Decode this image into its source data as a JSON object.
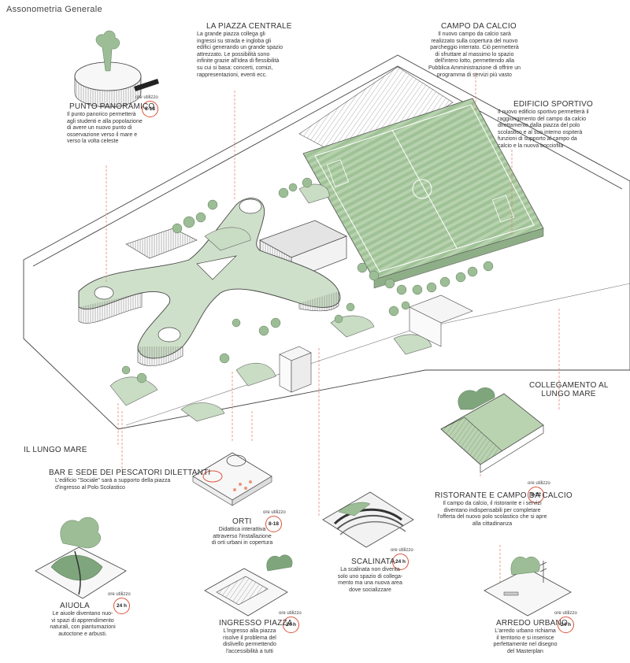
{
  "page_title": "Assonometria Generale",
  "ore_label": "ore utilizzo",
  "callouts": {
    "piazza": {
      "heading": "LA PIAZZA CENTRALE",
      "lines": [
        "La grande piazza collega gli",
        "ingressi su strada e ingloba gli",
        "edifici generando un grande spazio",
        "attrezzato. Le possibilità sono",
        "infinite grazie all'idea di flessibilità",
        "su cui si basa: concerti, comizi,",
        "rappresentazioni, eventi ecc."
      ]
    },
    "calcio": {
      "heading": "CAMPO DA CALCIO",
      "lines": [
        "Il nuovo campo da calcio sarà",
        "realizzato sulla copertura del nuovo",
        "parcheggio interrato. Ciò permetterà",
        "di sfruttare al massimo lo spazio",
        "dell'intero lotto, permettendo alla",
        "Pubblica Amministrazione di offrire un",
        "programma di servizi più vasto"
      ]
    },
    "panoramico": {
      "heading": "PUNTO PANORAMICO",
      "lines": [
        "Il punto panorico permetterà",
        "agli studenti e alla popolazione",
        "di avere un nuovo punto di",
        "osservazione verso il mare e",
        "verso la volta celeste"
      ],
      "hours": "8-18"
    },
    "sportivo": {
      "heading": "EDIFICIO SPORTIVO",
      "lines": [
        "Il nuovo edificio sportivo permetterà il",
        "raggiungimento del campo da calcio",
        "direttamente dalla piazza del polo",
        "scolastico e al suo interno ospiterà",
        "funzioni di supporto al campo da",
        "calcio e la nuova bocciofila"
      ]
    },
    "collegamento": {
      "heading_lines": [
        "COLLEGAMENTO AL",
        "LUNGO MARE"
      ]
    },
    "lungomare": {
      "heading": "IL LUNGO MARE"
    },
    "bar": {
      "heading": "BAR E SEDE DEI PESCATORI DILETTANTI",
      "lines": [
        "L'edificio \"Sociale\" sarà a supporto della piazza",
        "d'ingresso al Polo Scolastico"
      ]
    },
    "orti": {
      "heading": "ORTI",
      "lines": [
        "Didattica interattiva",
        "attraverso l'installazione",
        "di orti urbani in copertura"
      ],
      "hours": "8-18"
    },
    "ristorante": {
      "heading": "RISTORANTE E CAMPO DA CALCIO",
      "lines": [
        "Il campo da calcio, il ristorante e i servizi",
        "diventano indispensabili per completare",
        "l'offerta del nuovo polo scolastico che si apre",
        "alla cittadinanza"
      ],
      "hours": "9-22"
    },
    "scalinata": {
      "heading": "SCALINATA",
      "lines": [
        "La scalinata non diventa",
        "solo uno spazio di collega-",
        "mento ma una nuova area",
        "dove socializzare"
      ],
      "hours": "24 h"
    },
    "aiuola": {
      "heading": "AIUOLA",
      "lines": [
        "Le aiuole diventano nuo-",
        "vi spazi di apprendimento",
        "naturali, con piantumazioni",
        "autoctone e arbusti."
      ],
      "hours": "24 h"
    },
    "ingresso": {
      "heading": "INGRESSO PIAZZA",
      "lines": [
        "L'ingresso alla piazza",
        "risolve il problema del",
        "dislivello permettendo",
        "l'accessibilità a tutti"
      ],
      "hours": "24 h"
    },
    "arredo": {
      "heading": "ARREDO URBANO",
      "lines": [
        "L'arredo urbano richiama",
        "il territorio e si inserisce",
        "perfettamente nel disegno",
        "del Masterplan"
      ],
      "hours": "24 h"
    }
  },
  "colors": {
    "green_fill": "#c9dcc4",
    "green_dark": "#7fa57c",
    "field": "#a9c9a0",
    "leader": "#e07a5f",
    "line": "#555555",
    "badge": "#d9533b"
  }
}
